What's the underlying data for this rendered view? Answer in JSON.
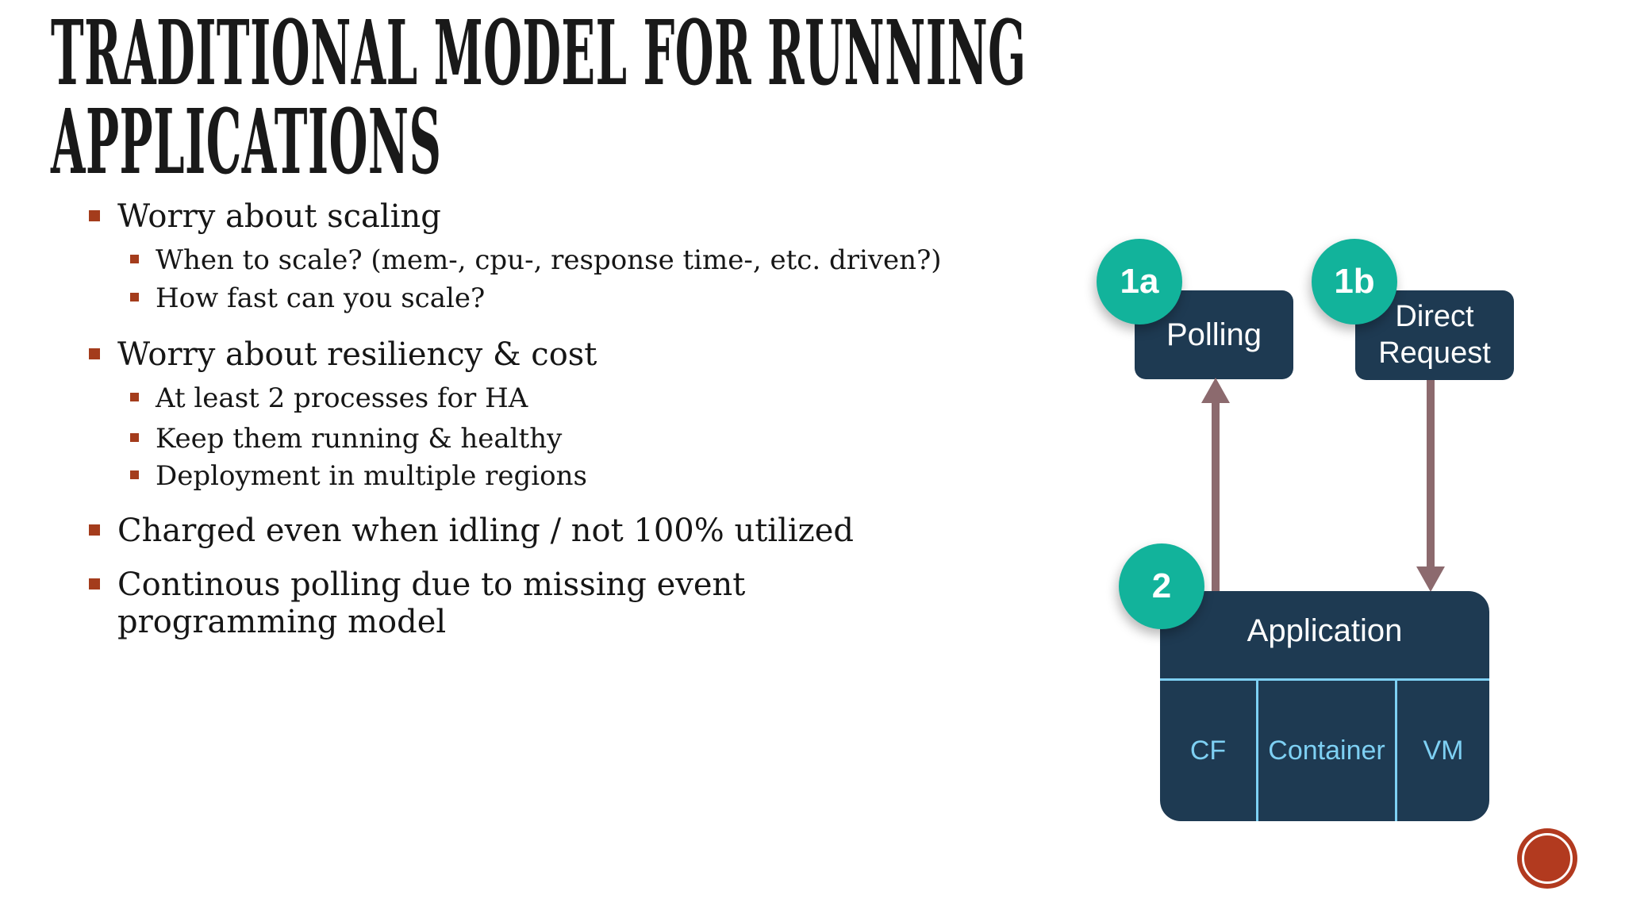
{
  "slide": {
    "title": {
      "line1": "TRADITIONAL MODEL FOR RUNNING",
      "line2": "APPLICATIONS"
    },
    "bullets": [
      {
        "level": 1,
        "text": "Worry about scaling"
      },
      {
        "level": 2,
        "text": "When to scale? (mem-, cpu-, response time-, etc. driven?)"
      },
      {
        "level": 2,
        "text": "How fast can you scale?"
      },
      {
        "level": 1,
        "text": "Worry about resiliency & cost"
      },
      {
        "level": 2,
        "text": "At least 2 processes for HA"
      },
      {
        "level": 2,
        "text": "Keep them running & healthy"
      },
      {
        "level": 2,
        "text": "Deployment in multiple regions"
      },
      {
        "level": 1,
        "text": "Charged even when idling / not 100% utilized"
      },
      {
        "level": 1,
        "text": "Continous polling due to missing event programming model"
      }
    ]
  },
  "diagram": {
    "badges": {
      "polling": "1a",
      "direct_request": "1b",
      "application": "2"
    },
    "polling_label": "Polling",
    "direct_request_label": "Direct Request",
    "application_label": "Application",
    "runtimes": [
      "CF",
      "Container",
      "VM"
    ]
  },
  "colors": {
    "box_navy": "#1e3a52",
    "badge_teal": "#12b39b",
    "arrow_mauve": "#8c6a6e",
    "runtime_blue": "#7ed0f3",
    "bullet_marker_red": "#a43c1c",
    "stamp_red": "#b23a1f"
  }
}
